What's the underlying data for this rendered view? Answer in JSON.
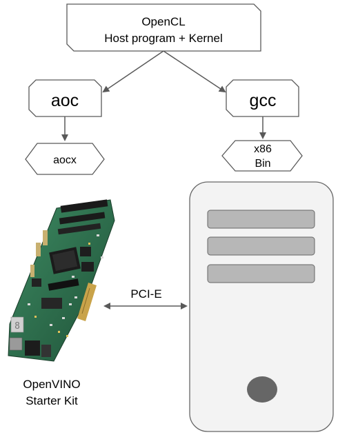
{
  "diagram": {
    "source_box": {
      "line1": "OpenCL",
      "line2": "Host program + Kernel"
    },
    "compilers": {
      "fpga_compiler": "aoc",
      "host_compiler": "gcc"
    },
    "outputs": {
      "fpga_binary": "aocx",
      "host_binary_line1": "x86",
      "host_binary_line2": "Bin"
    },
    "link_label": "PCI-E",
    "board": {
      "caption_line1": "OpenVINO",
      "caption_line2": "Starter Kit",
      "image_description": "fpga-board-photo"
    },
    "host_machine": {
      "icon": "computer-tower-icon",
      "drive_bays": 3
    },
    "colors": {
      "stroke": "#595959",
      "arrow": "#595959",
      "tower_fill": "#f3f3f3",
      "tower_stroke": "#666666",
      "bay_fill": "#b7b7b7",
      "button_fill": "#666666",
      "pcb_green": "#2f6f4f"
    }
  }
}
